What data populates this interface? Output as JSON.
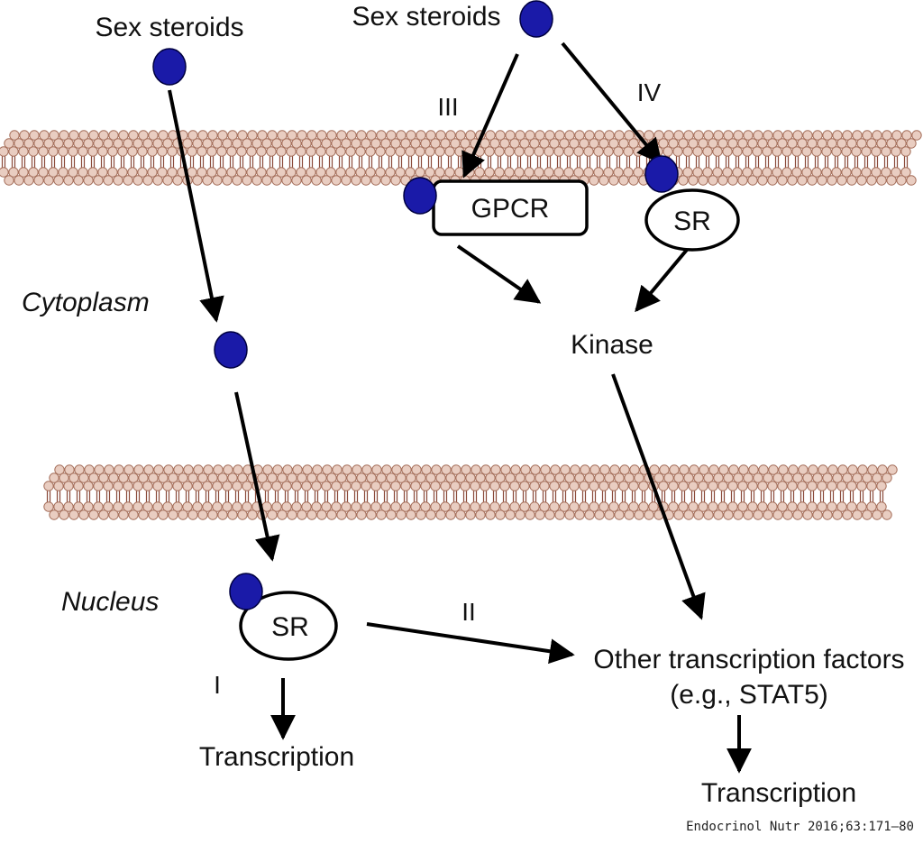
{
  "labels": {
    "sex_steroids_left": "Sex steroids",
    "sex_steroids_top": "Sex steroids",
    "cytoplasm": "Cytoplasm",
    "nucleus": "Nucleus",
    "kinase": "Kinase",
    "gpcr": "GPCR",
    "sr_membrane": "SR",
    "sr_nuclear": "SR",
    "other_tf_line1": "Other transcription factors",
    "other_tf_line2": "(e.g., STAT5)",
    "transcription_left": "Transcription",
    "transcription_right": "Transcription"
  },
  "pathways": {
    "i": "I",
    "ii": "II",
    "iii": "III",
    "iv": "IV"
  },
  "citation": "Endocrinol Nutr 2016;63:171–80",
  "colors": {
    "steroid_fill": "#1a1aa8",
    "steroid_stroke": "#000040",
    "lipid_head": "#e9cdc1",
    "lipid_head_stroke": "#a56f5b",
    "lipid_tail": "#8a4a3a"
  }
}
